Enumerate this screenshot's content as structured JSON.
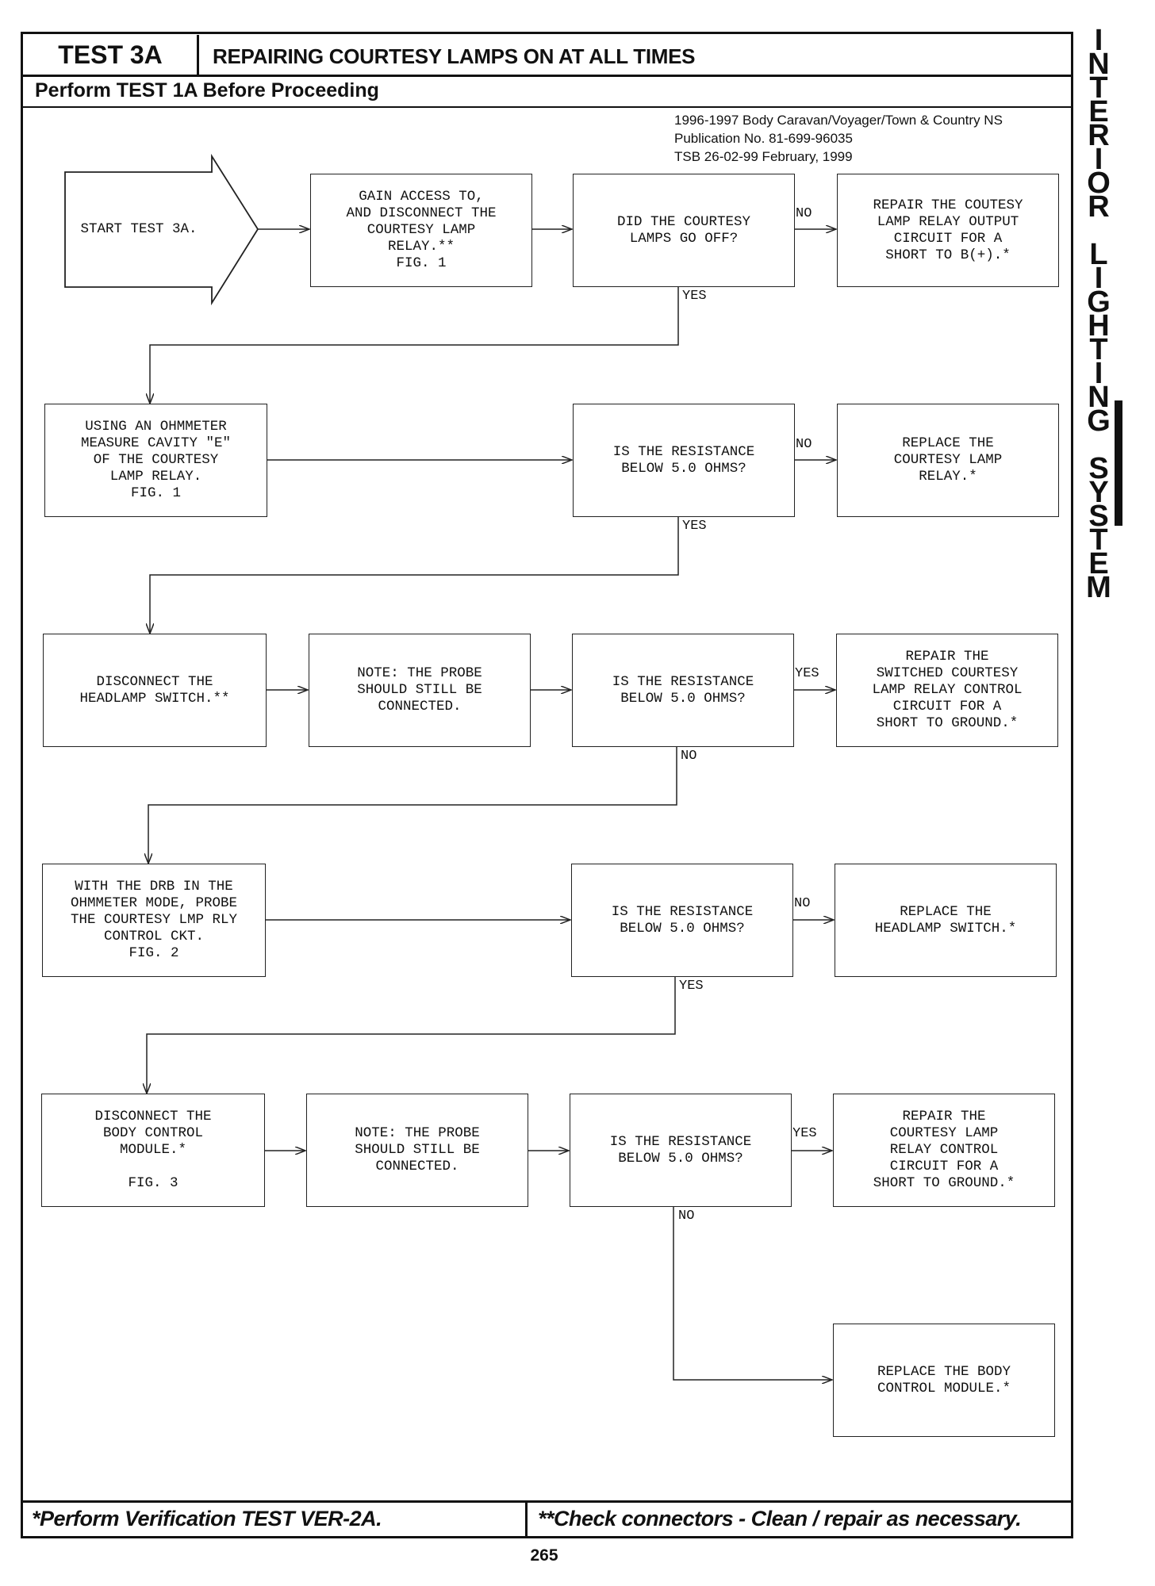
{
  "header": {
    "test_id": "TEST 3A",
    "title": "REPAIRING COURTESY LAMPS ON AT ALL TIMES",
    "subtitle": "Perform TEST 1A Before Proceeding"
  },
  "publication": {
    "line1": "1996-1997 Body   Caravan/Voyager/Town & Country   NS",
    "line2": "Publication No. 81-699-96035",
    "line3": "TSB 26-02-99      February, 1999"
  },
  "flow": {
    "start": "START TEST 3A.",
    "r1b1": "GAIN ACCESS TO,\nAND DISCONNECT THE\nCOURTESY LAMP\nRELAY.**\nFIG. 1",
    "r1b2": "DID THE COURTESY\nLAMPS GO OFF?",
    "r1b3": "REPAIR THE COUTESY\nLAMP RELAY OUTPUT\nCIRCUIT FOR A\nSHORT TO B(+).*",
    "r2b1": "USING AN OHMMETER\nMEASURE CAVITY \"E\"\nOF THE COURTESY\nLAMP RELAY.\nFIG. 1",
    "r2b2": "IS THE RESISTANCE\nBELOW 5.0 OHMS?",
    "r2b3": "REPLACE THE\nCOURTESY LAMP\nRELAY.*",
    "r3b1": "DISCONNECT THE\nHEADLAMP SWITCH.**",
    "r3b2": "NOTE: THE PROBE\nSHOULD STILL BE\nCONNECTED.",
    "r3b3": "IS THE RESISTANCE\nBELOW 5.0 OHMS?",
    "r3b4": "REPAIR THE\nSWITCHED COURTESY\nLAMP RELAY CONTROL\nCIRCUIT FOR A\nSHORT TO GROUND.*",
    "r4b1": "WITH THE DRB IN THE\nOHMMETER MODE, PROBE\nTHE COURTESY LMP RLY\nCONTROL CKT.\nFIG. 2",
    "r4b2": "IS THE RESISTANCE\nBELOW 5.0 OHMS?",
    "r4b3": "REPLACE THE\nHEADLAMP SWITCH.*",
    "r5b1": "DISCONNECT THE\nBODY CONTROL\nMODULE.*\n\nFIG. 3",
    "r5b2": "NOTE: THE PROBE\nSHOULD STILL BE\nCONNECTED.",
    "r5b3": "IS THE RESISTANCE\nBELOW 5.0 OHMS?",
    "r5b4": "REPAIR THE\nCOURTESY LAMP\nRELAY CONTROL\nCIRCUIT FOR A\nSHORT TO GROUND.*",
    "r6b1": "REPLACE THE BODY\nCONTROL MODULE.*"
  },
  "labels": {
    "no": "NO",
    "yes": "YES"
  },
  "side_tab": [
    "I",
    "N",
    "T",
    "E",
    "R",
    "I",
    "O",
    "R",
    "",
    "L",
    "I",
    "G",
    "H",
    "T",
    "I",
    "N",
    "G",
    "",
    "S",
    "Y",
    "S",
    "T",
    "E",
    "M"
  ],
  "footer": {
    "left": "*Perform Verification TEST VER-2A.",
    "right": "**Check connectors - Clean / repair as necessary.",
    "page_number": "265"
  }
}
